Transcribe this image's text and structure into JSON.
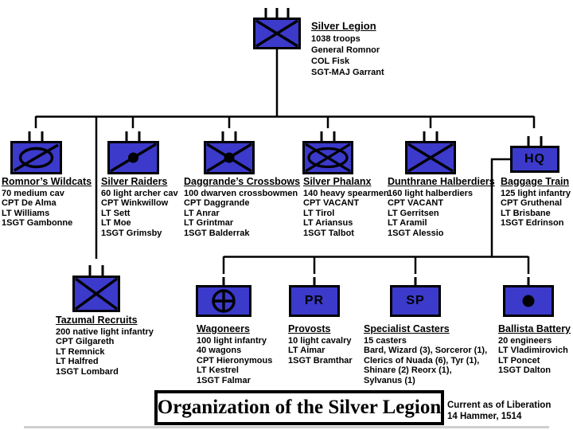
{
  "slide": {
    "title": "Organization of the Silver Legion",
    "footnote_line1": "Current as of Liberation",
    "footnote_line2": "14 Hammer, 1514"
  },
  "colors": {
    "unit_fill": "#3B3ACB",
    "line": "#000000",
    "background": "#FFFFFF"
  },
  "root": {
    "name": "Silver Legion",
    "symbol": "infantry-x-icon",
    "ticks": 3,
    "details": [
      "1038 troops",
      "General Romnor",
      "COL Fisk",
      "SGT-MAJ Garrant"
    ]
  },
  "units": [
    {
      "name": "Romnor’s Wildcats",
      "symbol": "medium-cavalry-icon",
      "ticks": 2,
      "details": [
        "70 medium cav",
        "CPT De Alma",
        "LT Williams",
        "1SGT Gambonne"
      ]
    },
    {
      "name": "Silver Raiders",
      "symbol": "archer-cavalry-icon",
      "ticks": 2,
      "details": [
        "60 light archer cav",
        "CPT Winkwillow",
        "LT Sett",
        "LT Moe",
        "1SGT Grimsby"
      ]
    },
    {
      "name": "Daggrande’s Crossbows",
      "symbol": "crossbow-infantry-icon",
      "ticks": 2,
      "details": [
        "100 dwarven crossbowmen",
        "CPT Daggrande",
        "LT Anrar",
        "LT Grintmar",
        "1SGT Balderrak"
      ]
    },
    {
      "name": "Silver Phalanx",
      "symbol": "heavy-infantry-icon",
      "ticks": 2,
      "details": [
        "140 heavy spearmen",
        "CPT VACANT",
        "LT Tirol",
        "LT Ariansus",
        "1SGT Talbot"
      ]
    },
    {
      "name": "Dunthrane Halberdiers",
      "symbol": "infantry-x-icon",
      "ticks": 2,
      "details": [
        "160 light halberdiers",
        "CPT VACANT",
        "LT Gerritsen",
        "LT Aramil",
        "1SGT Alessio"
      ]
    },
    {
      "name": "Baggage Train",
      "symbol": "hq-icon",
      "box_label": "HQ",
      "ticks": 2,
      "details": [
        "125 light infantry",
        "CPT Gruthenal",
        "LT Brisbane",
        "1SGT Edrinson"
      ]
    },
    {
      "name": "Tazumal Recruits",
      "symbol": "infantry-x-icon",
      "ticks": 2,
      "details": [
        "200 native light infantry",
        "CPT Gilgareth",
        "LT Remnick",
        "LT Halfred",
        "1SGT Lombard"
      ]
    },
    {
      "name": "Wagoneers",
      "symbol": "supply-circle-cross-icon",
      "ticks": 1,
      "details": [
        "100 light infantry",
        "40 wagons",
        "CPT Hieronymous",
        "LT Kestrel",
        "1SGT Falmar"
      ]
    },
    {
      "name": "Provosts",
      "symbol": "provost-icon",
      "box_label": "PR",
      "ticks": 1,
      "details": [
        "10 light cavalry",
        "LT  Aimar",
        "1SGT Bramthar"
      ]
    },
    {
      "name": "Specialist Casters",
      "symbol": "specialist-icon",
      "box_label": "SP",
      "ticks": 1,
      "details": [
        "15 casters",
        "Bard, Wizard (3), Sorceror (1),",
        "Clerics of Nuada (6),  Tyr (1),",
        "Shinare (2) Reorx (1),",
        "Sylvanus (1)"
      ]
    },
    {
      "name": "Ballista Battery",
      "symbol": "artillery-dot-icon",
      "ticks": 1,
      "details": [
        "20 engineers",
        "LT Vladimirovich",
        "LT Poncet",
        "1SGT Dalton"
      ]
    }
  ]
}
